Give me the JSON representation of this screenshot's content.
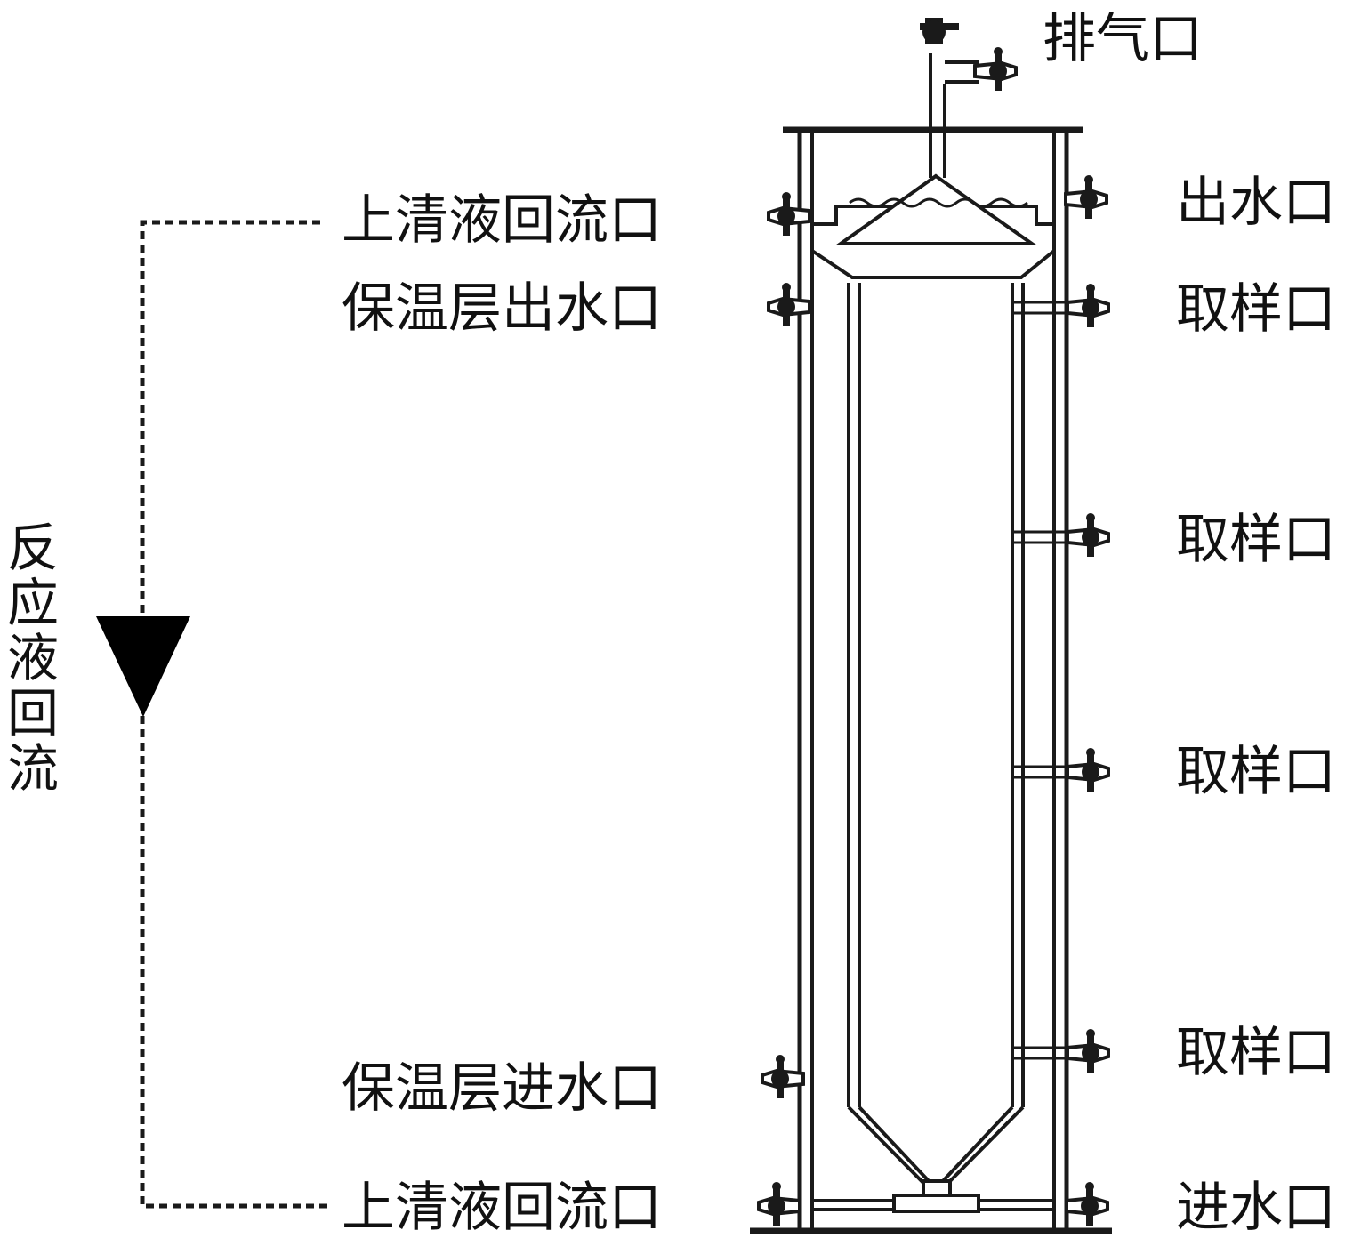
{
  "labels": {
    "exhaust": "排气口",
    "outlet_top": "出水口",
    "supernatant_return_top": "上清液回流口",
    "insulation_outlet": "保温层出水口",
    "sampling_1": "取样口",
    "sampling_2": "取样口",
    "sampling_3": "取样口",
    "sampling_4": "取样口",
    "insulation_inlet": "保温层进水口",
    "supernatant_return_bottom": "上清液回流口",
    "inlet": "进水口"
  },
  "reflux": {
    "chars": [
      "反",
      "应",
      "液",
      "回",
      "流"
    ]
  },
  "colors": {
    "line": "#1a1a1a",
    "arrow": "#000000",
    "background": "#ffffff"
  }
}
